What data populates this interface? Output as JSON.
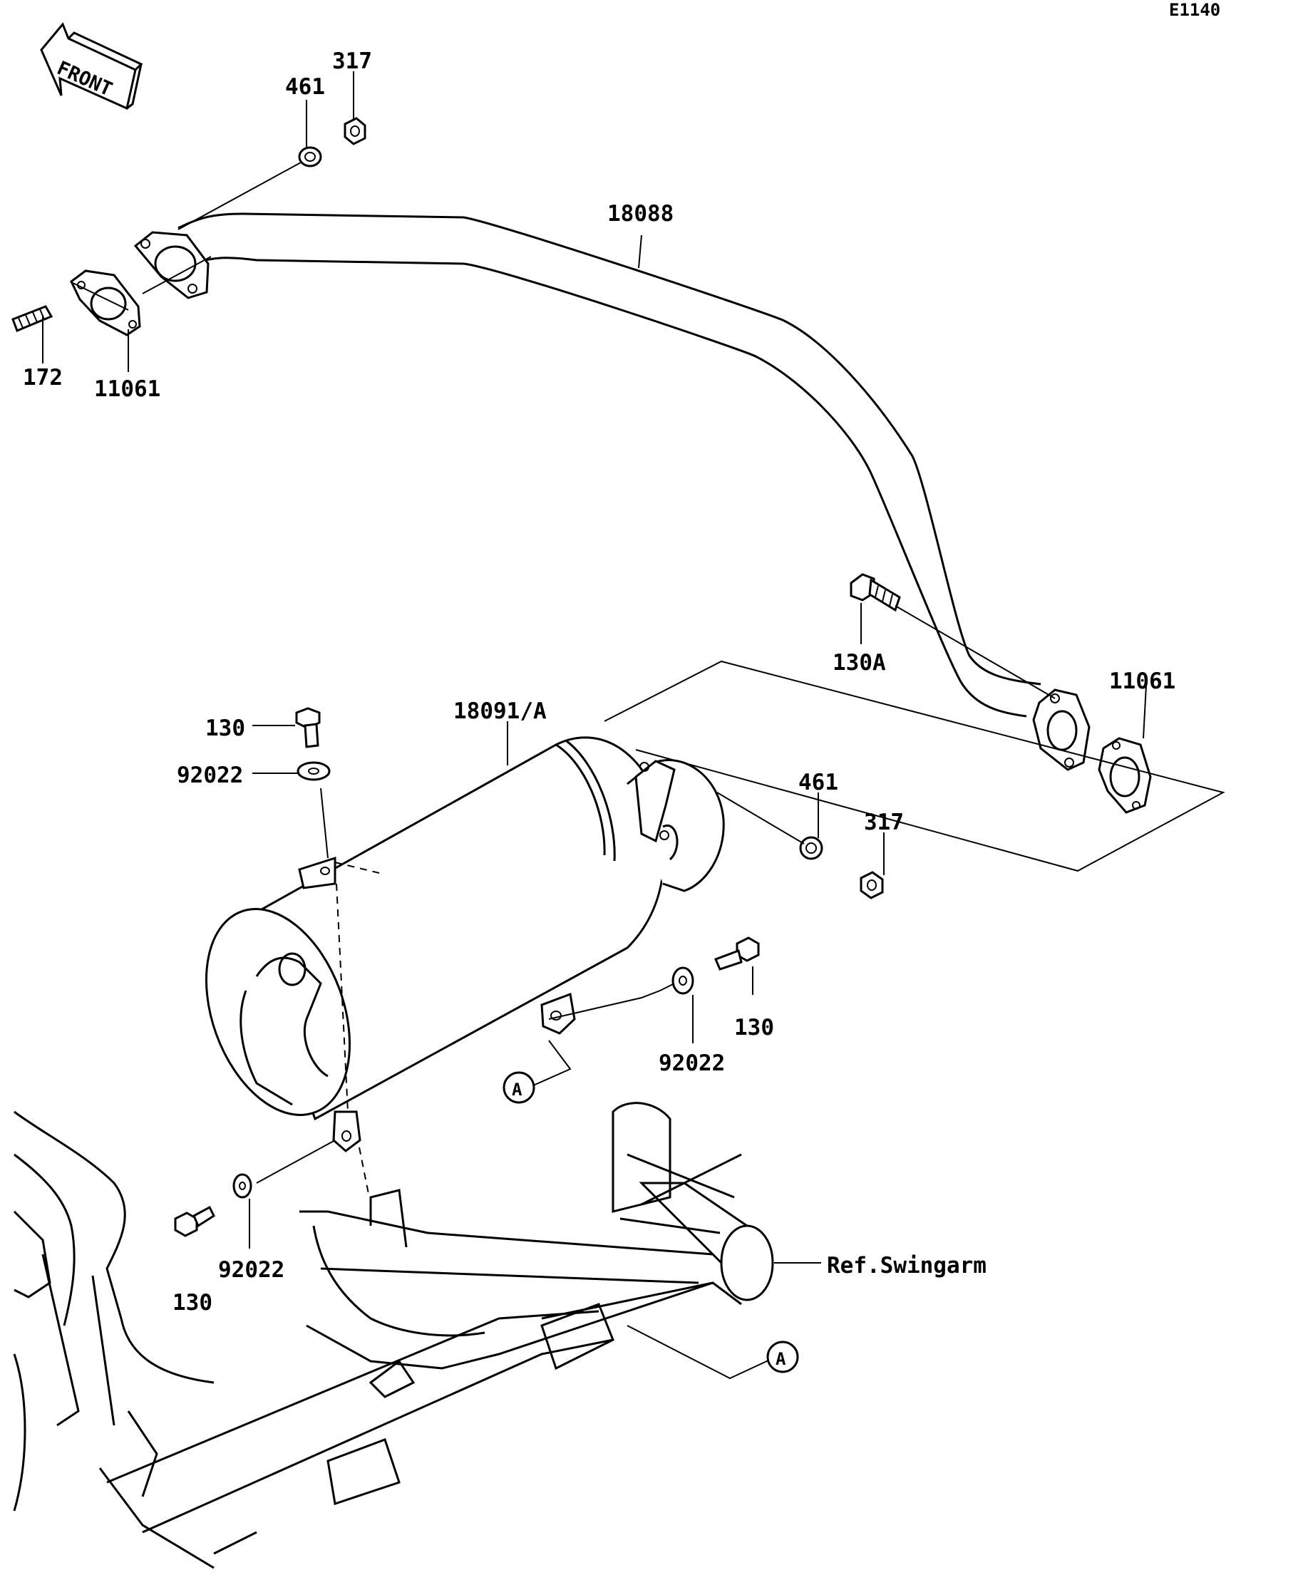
{
  "diagram": {
    "code": "E1140",
    "front_label": "FRONT",
    "swingarm_ref": "Ref.Swingarm",
    "callout_letter": "A",
    "parts": {
      "stud": "172",
      "gasket_front": "11061",
      "gasket_rear": "11061",
      "lockwasher_front": "461",
      "lockwasher_rear": "461",
      "nut_front": "317",
      "nut_rear": "317",
      "exhaust_pipe": "18088",
      "bolt_flange": "130A",
      "muffler": "18091/A",
      "bolt_top": "130",
      "bolt_right": "130",
      "bolt_bottom": "130",
      "washer_top": "92022",
      "washer_right": "92022",
      "washer_bottom": "92022"
    }
  }
}
